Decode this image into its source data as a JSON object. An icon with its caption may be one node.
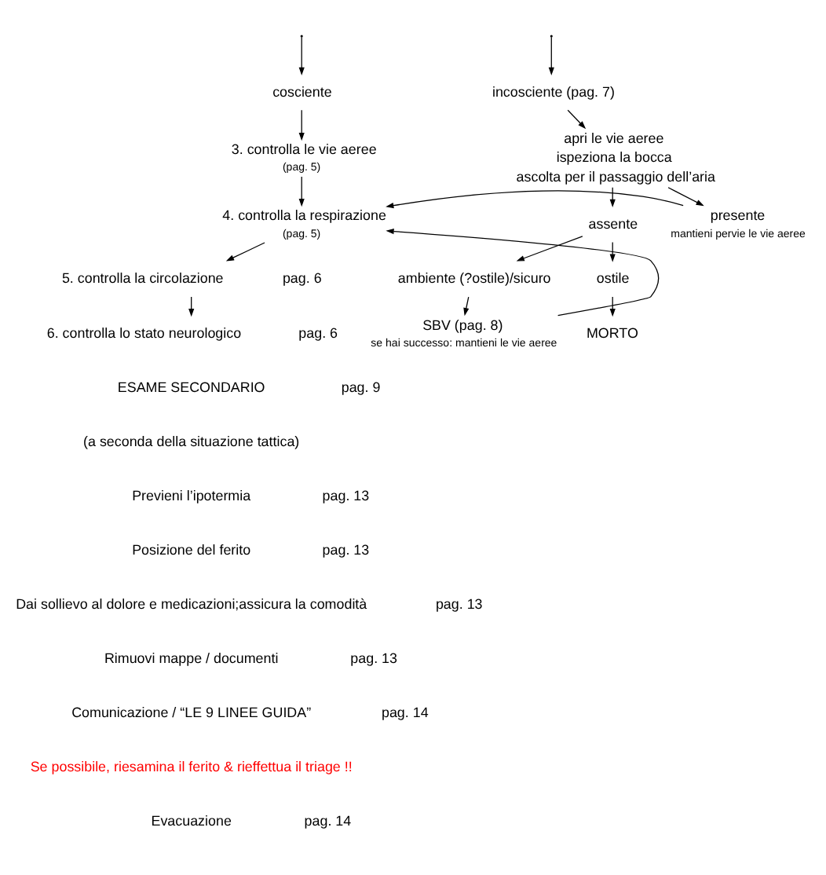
{
  "diagram": {
    "nodes": [
      {
        "text": [
          "cosciente"
        ]
      },
      {
        "text": [
          "incosciente (pag. 7)"
        ]
      },
      {
        "text": [
          "3. controlla le vie aeree",
          "(pag. 5)"
        ]
      },
      {
        "text": [
          "apri le vie aeree",
          "ispeziona la bocca",
          "ascolta per il passaggio dell’aria"
        ]
      },
      {
        "text": [
          "4. controlla la respirazione",
          "(pag. 5)"
        ]
      },
      {
        "text": [
          "presente",
          "mantieni pervie le vie aeree"
        ]
      },
      {
        "text": [
          "assente"
        ]
      },
      {
        "text": [
          "ambiente (?ostile)/sicuro"
        ]
      },
      {
        "text": [
          "ostile"
        ]
      },
      {
        "text": [
          "SBV (pag. 8)",
          "se hai successo: mantieni le vie aeree"
        ]
      },
      {
        "text": [
          "MORTO"
        ]
      },
      {
        "text": [
          "5. controlla la circolazione"
        ],
        "beside": [
          "pag. 6"
        ]
      },
      {
        "text": [
          "6. controlla lo stato neurologico"
        ],
        "beside": [
          "pag. 6"
        ]
      }
    ],
    "edges": [
      {
        "from": null,
        "to": 0,
        "arrow": "to"
      },
      {
        "from": null,
        "to": 1,
        "arrow": "to"
      },
      {
        "from": 0,
        "to": 2,
        "arrow": "to"
      },
      {
        "from": 1,
        "to": 3,
        "arrow": "to"
      },
      {
        "from": 2,
        "to": 4,
        "arrow": "to"
      },
      {
        "from": 3,
        "to": 5,
        "arrow": "to"
      },
      {
        "from": 3,
        "to": 6,
        "arrow": "to"
      },
      {
        "from": 5,
        "to": 4,
        "arrow": "to"
      },
      {
        "from": 6,
        "to": 7,
        "arrow": "to"
      },
      {
        "from": 6,
        "to": 8,
        "arrow": "to"
      },
      {
        "from": 7,
        "to": 9,
        "arrow": "to"
      },
      {
        "from": 8,
        "to": 10,
        "arrow": "to"
      },
      {
        "from": 9,
        "to": 4,
        "arrow": "to"
      },
      {
        "from": 4,
        "to": 11,
        "arrow": "to"
      },
      {
        "from": 11,
        "to": 12,
        "arrow": "to"
      }
    ],
    "labels": [
      "ESAME SECONDARIO",
      "pag. 9",
      "(a seconda della situazione tattica)",
      "Previeni l’ipotermia",
      "pag. 13",
      "Posizione del ferito",
      "pag. 13",
      "Dai sollievo al dolore e medicazioni;assicura la comodità",
      "pag. 13",
      "Rimuovi mappe / documenti",
      "pag. 13",
      "Comunicazione / “LE 9 LINEE GUIDA”",
      "pag. 14",
      "Se possibile, riesamina il ferito & rieffettua il triage !!",
      "Evacuazione",
      "pag. 14"
    ]
  }
}
